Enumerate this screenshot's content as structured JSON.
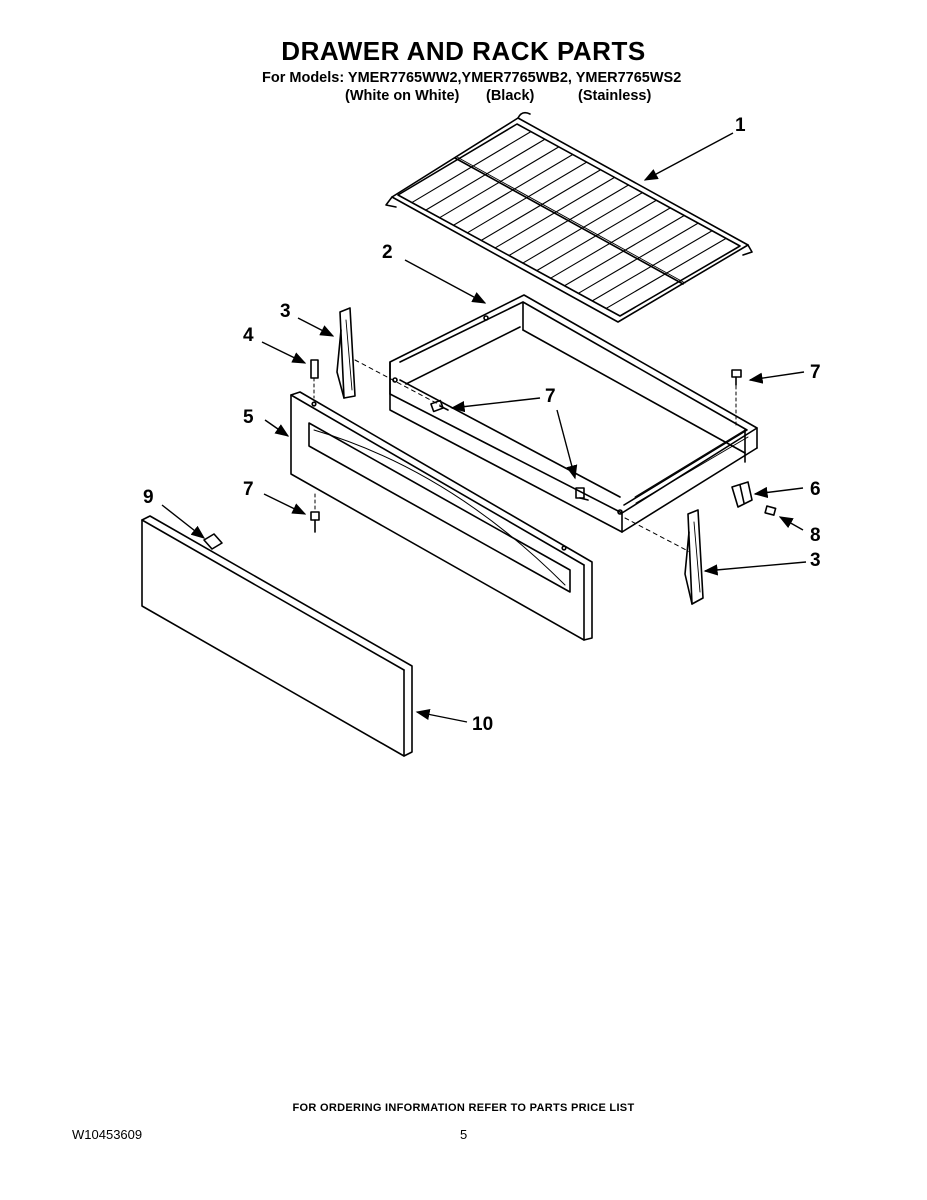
{
  "header": {
    "title": "DRAWER AND RACK PARTS",
    "models_line": "For Models: YMER7765WW2,YMER7765WB2, YMER7765WS2",
    "variants": [
      "(White on White)",
      "(Black)",
      "(Stainless)"
    ]
  },
  "callouts": {
    "rack": "1",
    "drawer_body": "2",
    "slide_left": "3",
    "stud": "4",
    "inner_panel": "5",
    "screw_center": "7",
    "screw_side": "7",
    "screw_lower": "7",
    "screw_right": "7",
    "bracket": "6",
    "screw_small": "8",
    "slide_right": "3",
    "clip": "9",
    "front_panel": "10"
  },
  "footer": {
    "ordering_note": "FOR ORDERING INFORMATION REFER TO PARTS PRICE LIST",
    "doc_number": "W10453609",
    "page_number": "5"
  }
}
